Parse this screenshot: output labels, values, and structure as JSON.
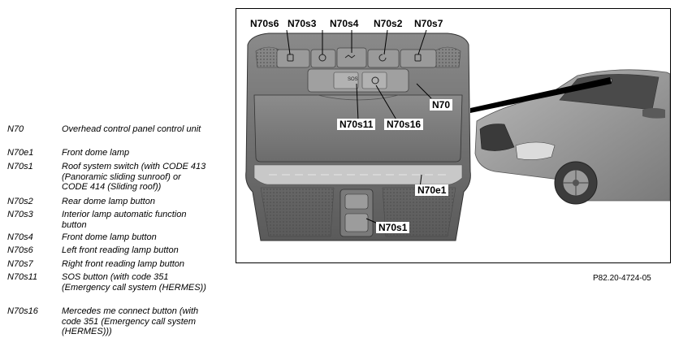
{
  "legend": [
    {
      "code": "N70",
      "desc": "Overhead control panel control unit"
    },
    {
      "code": "N70e1",
      "desc": "Front dome lamp"
    },
    {
      "code": "N70s1",
      "desc": "Roof system switch (with CODE 413 (Panoramic sliding sunroof) or CODE 414 (Sliding roof))"
    },
    {
      "code": "N70s2",
      "desc": "Rear dome lamp button"
    },
    {
      "code": "N70s3",
      "desc": "Interior lamp automatic function button"
    },
    {
      "code": "N70s4",
      "desc": "Front dome lamp button"
    },
    {
      "code": "N70s6",
      "desc": "Left front reading lamp button"
    },
    {
      "code": "N70s7",
      "desc": "Right front reading lamp button"
    },
    {
      "code": "N70s11",
      "desc": "SOS button (with code 351 (Emergency call system (HERMES))"
    },
    {
      "code": "N70s16",
      "desc": "Mercedes me connect button (with code 351 (Emergency call system (HERMES)))"
    }
  ],
  "callouts": {
    "n70s6": "N70s6",
    "n70s3": "N70s3",
    "n70s4": "N70s4",
    "n70s2": "N70s2",
    "n70s7": "N70s7",
    "n70": "N70",
    "n70s11": "N70s11",
    "n70s16": "N70s16",
    "n70e1": "N70e1",
    "n70s1": "N70s1"
  },
  "button_text": {
    "sos": "SOS"
  },
  "reference": "P82.20-4724-05"
}
